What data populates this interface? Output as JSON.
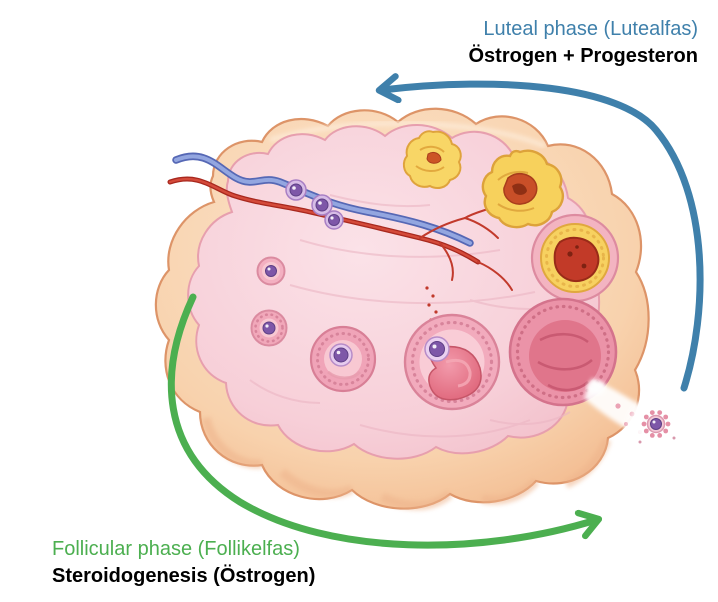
{
  "labels": {
    "luteal": {
      "phase": "Luteal phase (Lutealfas)",
      "hormones": "Östrogen + Progesteron"
    },
    "follicular": {
      "phase": "Follicular phase (Follikelfas)",
      "hormones": "Steroidogenesis (Östrogen)"
    }
  },
  "colors": {
    "luteal_blue": "#3f80ab",
    "follicular_green": "#4caf50",
    "hormone_text": "#000000",
    "background": "#ffffff",
    "ovary_capsule": "#f6c79e",
    "ovary_cortex": "#f6ccd5",
    "follicle_pink": "#ef9fb4",
    "oocyte_purple": "#7e57a8",
    "corpus_luteum_yellow": "#f7d160",
    "corpus_luteum_red": "#c54a28",
    "artery_red": "#c0392b",
    "vein_blue": "#7c90d2"
  },
  "icons": {
    "luteal_arrow": "curved-arrow-sweeping-up-left",
    "follicular_arrow": "curved-arrow-sweeping-down-right"
  }
}
